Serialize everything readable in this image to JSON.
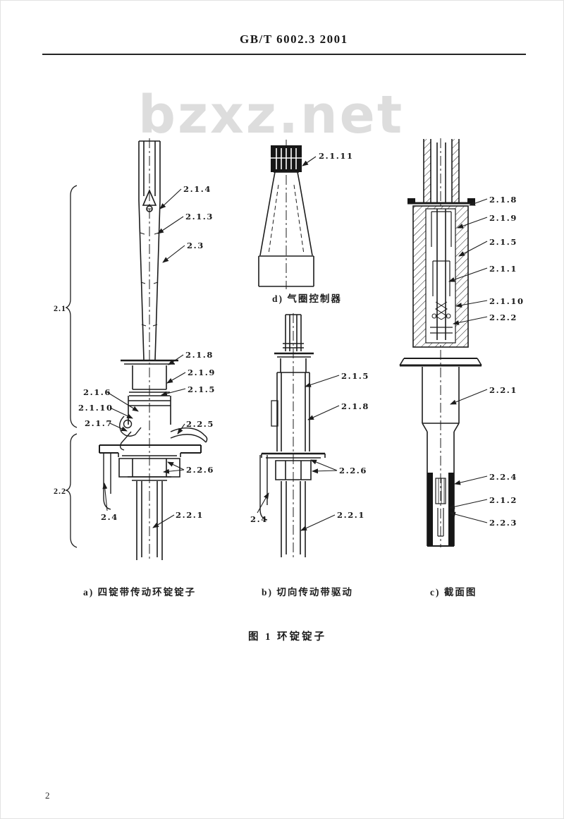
{
  "header": {
    "standard_number": "GB/T 6002.3  2001"
  },
  "watermark": {
    "text": "bzxz.net"
  },
  "figure": {
    "caption": "图 1  环锭锭子"
  },
  "page": {
    "number": "2"
  },
  "colors": {
    "ink": "#1c1c1c",
    "watermark": "#dddddd",
    "paper": "#ffffff"
  },
  "drawings": {
    "a": {
      "caption": "a) 四锭带传动环锭锭子",
      "group_labels": [
        "2.1",
        "2.2"
      ],
      "callouts": [
        "2.1.4",
        "2.1.3",
        "2.3",
        "2.1.8",
        "2.1.9",
        "2.1.5",
        "2.1.6",
        "2.1.10",
        "2.1.7",
        "2.2.5",
        "2.2.6",
        "2.2.1",
        "2.4"
      ]
    },
    "d": {
      "caption": "d) 气圈控制器",
      "callouts": [
        "2.1.11"
      ]
    },
    "b": {
      "caption": "b) 切向传动带驱动",
      "callouts": [
        "2.1.5",
        "2.1.8",
        "2.2.6",
        "2.2.1",
        "2.4"
      ]
    },
    "c": {
      "caption": "c) 截面图",
      "callouts": [
        "2.1.8",
        "2.1.9",
        "2.1.5",
        "2.1.1",
        "2.1.10",
        "2.2.2",
        "2.2.1",
        "2.2.4",
        "2.1.2",
        "2.2.3"
      ]
    }
  }
}
